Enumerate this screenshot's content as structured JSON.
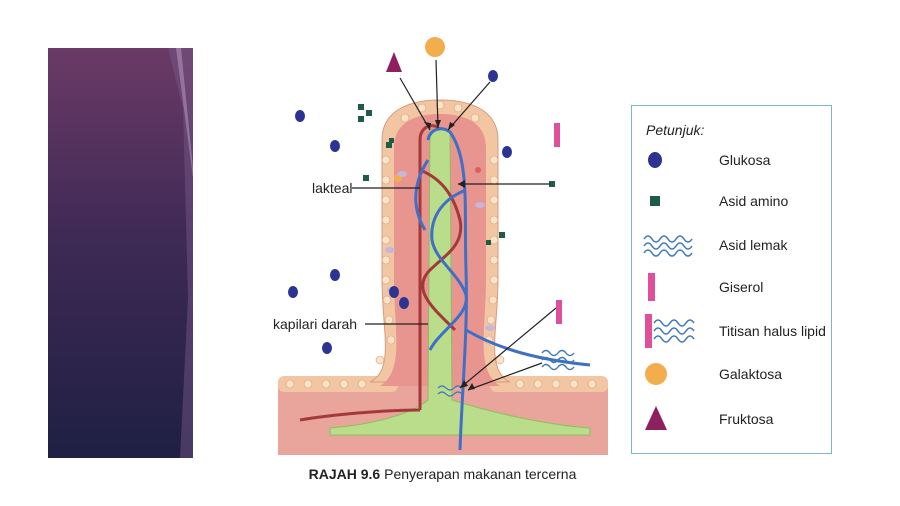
{
  "diagram": {
    "label_lakteal": "lakteal",
    "label_kapilari": "kapilari darah"
  },
  "legend": {
    "title": "Petunjuk:",
    "items": [
      {
        "label": "Glukosa",
        "icon": "glucose-dot-icon",
        "color": "#2b3491"
      },
      {
        "label": "Asid amino",
        "icon": "amino-acid-square-icon",
        "color": "#1f5c46"
      },
      {
        "label": "Asid lemak",
        "icon": "fatty-acid-wave-icon",
        "color": "#3c78b6"
      },
      {
        "label": "Giserol",
        "icon": "glycerol-bar-icon",
        "color": "#e0509a"
      },
      {
        "label": "Titisan halus lipid",
        "icon": "lipid-droplet-icon",
        "color": "#3c78b6"
      },
      {
        "label": "Galaktosa",
        "icon": "galactose-circle-icon",
        "color": "#f2ad4d"
      },
      {
        "label": "Fruktosa",
        "icon": "fructose-triangle-icon",
        "color": "#8f2060"
      }
    ]
  },
  "caption": {
    "number": "RAJAH 9.6",
    "text": "Penyerapan makanan tercerna"
  }
}
